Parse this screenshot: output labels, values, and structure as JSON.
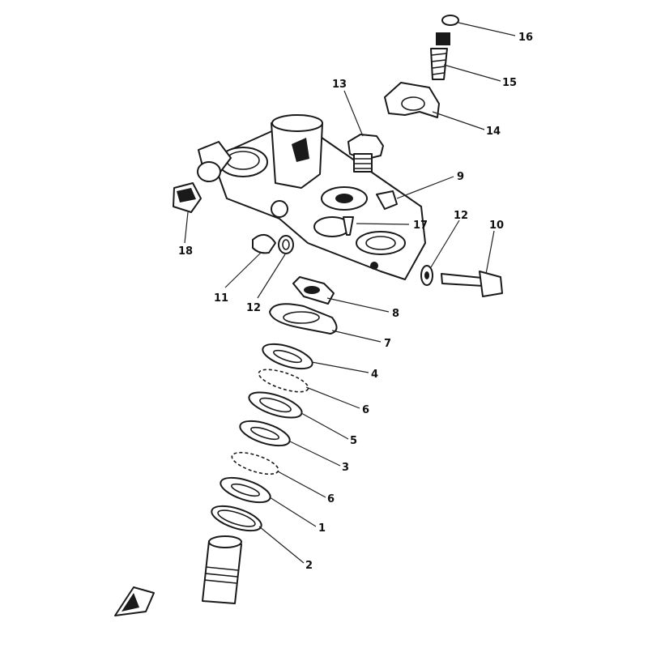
{
  "callouts": {
    "c1": "1",
    "c2": "2",
    "c3": "3",
    "c4": "4",
    "c5": "5",
    "c6a": "6",
    "c6b": "6",
    "c7": "7",
    "c8": "8",
    "c9": "9",
    "c10": "10",
    "c11": "11",
    "c12a": "12",
    "c12b": "12",
    "c13": "13",
    "c14": "14",
    "c15": "15",
    "c16": "16",
    "c17": "17",
    "c18": "18"
  },
  "colors": {
    "ink": "#1a1a1a",
    "paper": "#ffffff"
  },
  "icons": {
    "orientation_marker": "front-arrow-icon"
  }
}
